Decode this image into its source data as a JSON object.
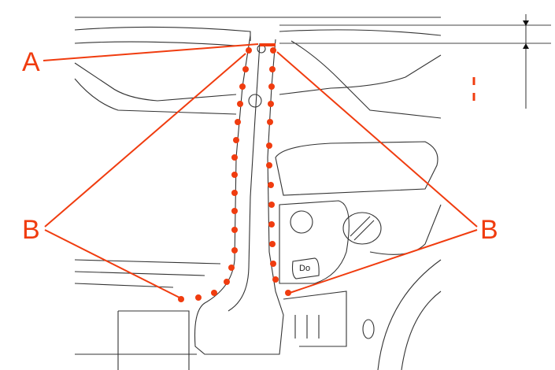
{
  "labels": {
    "a": "A",
    "b_left": "B",
    "b_right": "B",
    "part_tag": "Do"
  },
  "colors": {
    "callout": "#f03c0f",
    "line": "#333333"
  }
}
